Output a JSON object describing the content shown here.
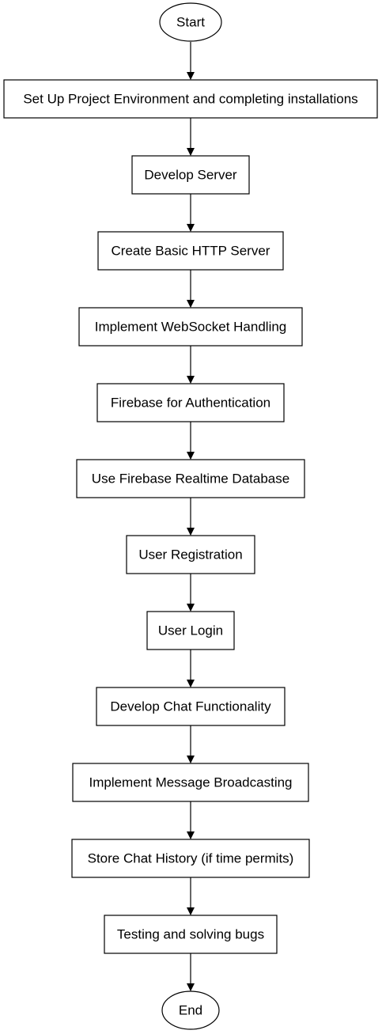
{
  "diagram": {
    "start": "Start",
    "end": "End",
    "steps": [
      "Set Up Project Environment and completing installations",
      "Develop Server",
      "Create Basic HTTP Server",
      "Implement WebSocket Handling",
      "Firebase for Authentication",
      "Use Firebase Realtime Database",
      "User Registration",
      "User Login",
      "Develop Chat Functionality",
      "Implement Message Broadcasting",
      "Store Chat History (if time permits)",
      "Testing and solving bugs"
    ]
  }
}
